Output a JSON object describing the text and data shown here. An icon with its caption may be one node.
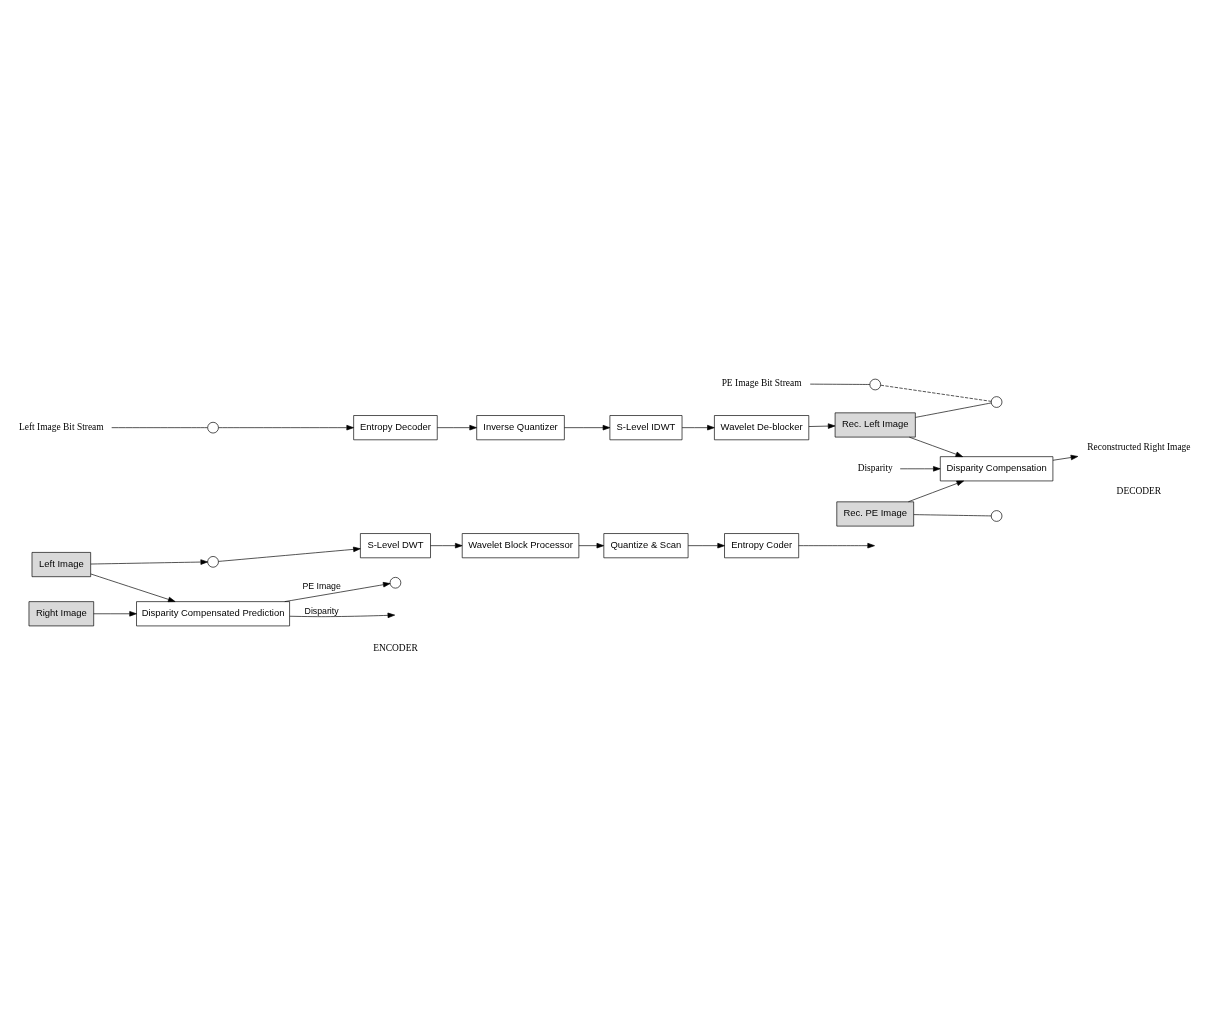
{
  "diagram": {
    "nodes": [
      {
        "text": [
          "Left Image"
        ]
      },
      {
        "text": [
          "Right Image"
        ]
      },
      {
        "text": [],
        "shape": "circle"
      },
      {
        "text": [],
        "shape": "circle"
      },
      {
        "text": [
          "S-Level DWT"
        ]
      },
      {
        "text": [
          "Wavelet Block Processor"
        ]
      },
      {
        "text": [
          "Quantize & Scan"
        ]
      },
      {
        "text": [
          "Entropy Coder"
        ]
      },
      {
        "text": [
          "Disparity Compensated Prediction"
        ]
      },
      {
        "text": [
          "Left Image Bit Stream"
        ]
      },
      {
        "text": [],
        "shape": "circle"
      },
      {
        "text": [],
        "shape": "circle"
      },
      {
        "text": [
          "PE Image Bit Stream"
        ]
      },
      {
        "text": [
          "Entropy Decoder"
        ]
      },
      {
        "text": [
          "Inverse Quantizer"
        ]
      },
      {
        "text": [
          "S-Level IDWT"
        ]
      },
      {
        "text": [
          "Wavelet De-blocker"
        ]
      },
      {
        "text": [
          "Disparity"
        ]
      },
      {
        "text": [
          "Rec. Left Image"
        ]
      },
      {
        "text": [],
        "shape": "circle"
      },
      {
        "text": [
          "Disparity Compensation"
        ]
      },
      {
        "text": [
          "Reconstructed Right Image"
        ]
      },
      {
        "text": [
          "Rec. PE Image"
        ]
      },
      {
        "text": [],
        "shape": "circle"
      }
    ],
    "edges": [
      {
        "from": 0,
        "to": 2,
        "arrow": "to"
      },
      {
        "from": 2,
        "to": 4,
        "arrow": "to"
      },
      {
        "from": 0,
        "to": 8,
        "arrow": "to"
      },
      {
        "from": 1,
        "to": 8,
        "arrow": "to"
      },
      {
        "from": 8,
        "to": 3,
        "arrow": "to",
        "label": "PE Image"
      },
      {
        "from": 8,
        "to": null,
        "arrow": "to",
        "label": "Disparity"
      },
      {
        "from": 4,
        "to": 5,
        "arrow": "to"
      },
      {
        "from": 5,
        "to": 6,
        "arrow": "to"
      },
      {
        "from": 6,
        "to": 7,
        "arrow": "to"
      },
      {
        "from": 7,
        "to": null,
        "arrow": "to"
      },
      {
        "from": 9,
        "to": 10,
        "arrow": "none"
      },
      {
        "from": 12,
        "to": 11,
        "arrow": "none"
      },
      {
        "from": 10,
        "to": 13,
        "arrow": "to"
      },
      {
        "from": 13,
        "to": 14,
        "arrow": "to"
      },
      {
        "from": 14,
        "to": 15,
        "arrow": "to"
      },
      {
        "from": 15,
        "to": 16,
        "arrow": "to"
      },
      {
        "from": 16,
        "to": 18,
        "arrow": "to"
      },
      {
        "from": 11,
        "to": 19,
        "arrow": "none",
        "style": "dashed"
      },
      {
        "from": 18,
        "to": 19,
        "arrow": "none"
      },
      {
        "from": 17,
        "to": 20,
        "arrow": "to"
      },
      {
        "from": 18,
        "to": 20,
        "arrow": "to"
      },
      {
        "from": 22,
        "to": 20,
        "arrow": "to"
      },
      {
        "from": 22,
        "to": 23,
        "arrow": "none"
      },
      {
        "from": 20,
        "to": 21,
        "arrow": "to"
      }
    ],
    "labels": [
      "ENCODER",
      "DECODER"
    ]
  }
}
